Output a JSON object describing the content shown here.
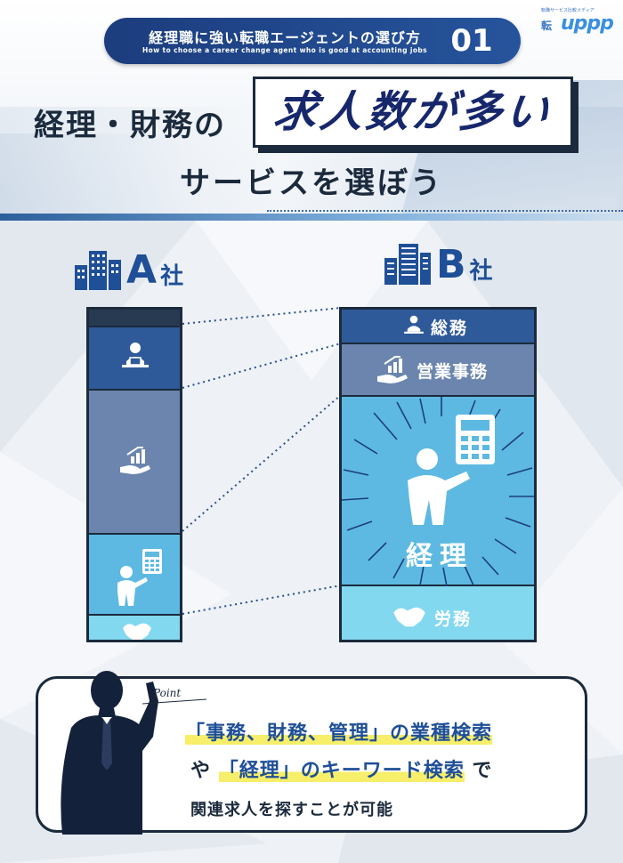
{
  "header": {
    "title": "経理職に強い転職エージェントの選び方",
    "subtitle": "How to choose a career change agent who is good at accounting jobs",
    "number": "01",
    "logo": {
      "tagline": "転職サービス比較メディア",
      "mark": "転",
      "name": "uppp"
    }
  },
  "headline": {
    "left": "経理・財務の",
    "boxed": "求人数が多い",
    "bottom": "サービスを選ぼう"
  },
  "company_a": {
    "letter": "A",
    "suffix": "社"
  },
  "company_b": {
    "letter": "B",
    "suffix": "社",
    "segments": {
      "general_affairs": "総務",
      "sales_office": "営業事務",
      "accounting": "経理",
      "labor": "労務"
    }
  },
  "point": {
    "label": "Point",
    "line1_highlight": "「事務、財務、管理」の業種検索",
    "line2_prefix": "や",
    "line2_highlight": "「経理」のキーワード検索",
    "line2_suffix": "で",
    "line3": "関連求人を探すことが可能"
  },
  "colors": {
    "navy": "#1c3d7e",
    "seg_dark": "#2e5a9a",
    "seg_mid": "#6b85ae",
    "seg_light": "#5db9e2",
    "seg_cyan": "#82d8ef",
    "highlight": "#f7ee6a"
  }
}
